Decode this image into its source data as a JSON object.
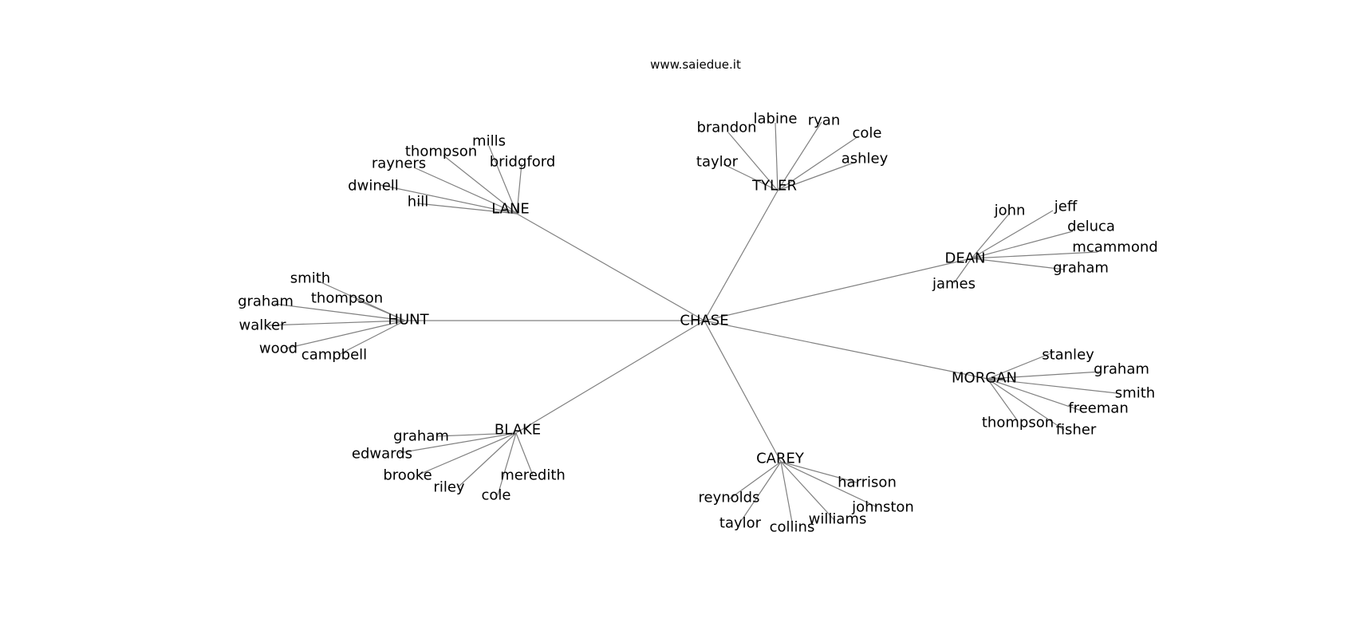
{
  "header": {
    "site": "www.saiedue.it"
  },
  "colors": {
    "edge": "#808080",
    "text": "#000000",
    "background": "#ffffff"
  },
  "graph": {
    "root": "CHASE",
    "hubs": [
      {
        "id": "lane",
        "label": "LANE",
        "leaves": [
          "mills",
          "thompson",
          "bridgford",
          "rayners",
          "dwinell",
          "hill"
        ]
      },
      {
        "id": "tyler",
        "label": "TYLER",
        "leaves": [
          "brandon",
          "labine",
          "ryan",
          "cole",
          "taylor",
          "ashley"
        ]
      },
      {
        "id": "dean",
        "label": "DEAN",
        "leaves": [
          "john",
          "jeff",
          "deluca",
          "mcammond",
          "graham",
          "james"
        ]
      },
      {
        "id": "morgan",
        "label": "MORGAN",
        "leaves": [
          "stanley",
          "graham",
          "smith",
          "freeman",
          "thompson",
          "fisher"
        ]
      },
      {
        "id": "carey",
        "label": "CAREY",
        "leaves": [
          "harrison",
          "reynolds",
          "johnston",
          "williams",
          "taylor",
          "collins"
        ]
      },
      {
        "id": "blake",
        "label": "BLAKE",
        "leaves": [
          "graham",
          "edwards",
          "meredith",
          "brooke",
          "riley",
          "cole"
        ]
      },
      {
        "id": "hunt",
        "label": "HUNT",
        "leaves": [
          "smith",
          "thompson",
          "graham",
          "walker",
          "wood",
          "campbell"
        ]
      }
    ]
  }
}
